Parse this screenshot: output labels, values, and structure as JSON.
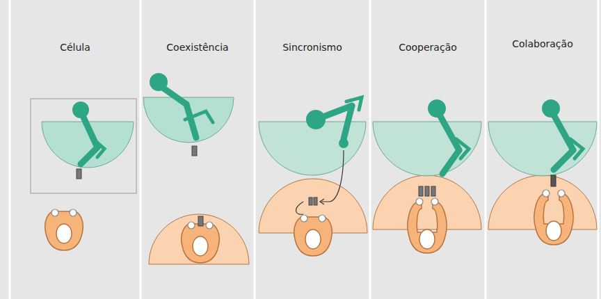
{
  "diagram": {
    "labels": [
      "Célula",
      "Coexistência",
      "Sincronismo",
      "Cooperação",
      "Colaboração"
    ]
  }
}
